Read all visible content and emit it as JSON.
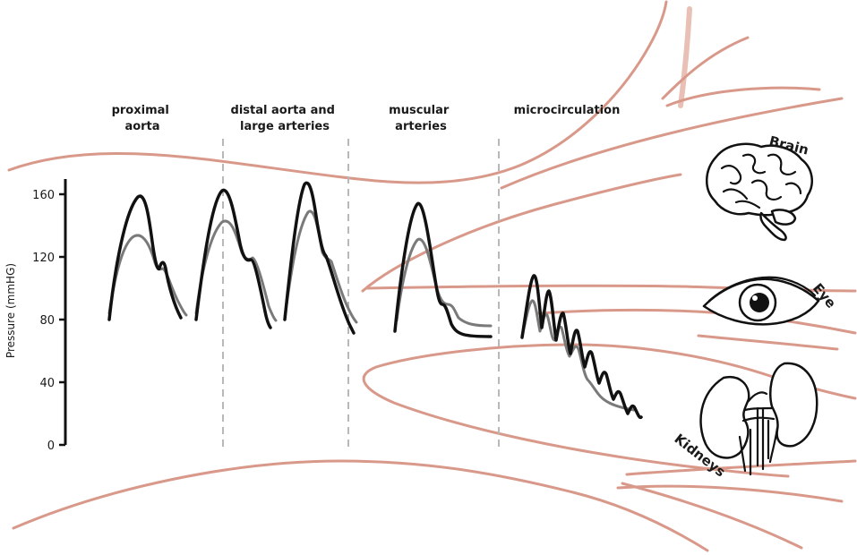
{
  "regions": [
    {
      "lines": [
        "proximal",
        "aorta"
      ]
    },
    {
      "lines": [
        "distal aorta and",
        "large arteries"
      ]
    },
    {
      "lines": [
        "muscular",
        "arteries"
      ]
    },
    {
      "lines": [
        "microcirculation"
      ]
    }
  ],
  "axis": {
    "title": "Pressure (mmHG)",
    "ticks": [
      "160",
      "120",
      "80",
      "40",
      "0"
    ]
  },
  "organs": {
    "brain": "Brain",
    "eye": "Eye",
    "kidneys": "Kidneys"
  },
  "colors": {
    "vessel": "#d9998a",
    "central_wave": "#7a7a7a",
    "peripheral_wave": "#111111"
  }
}
